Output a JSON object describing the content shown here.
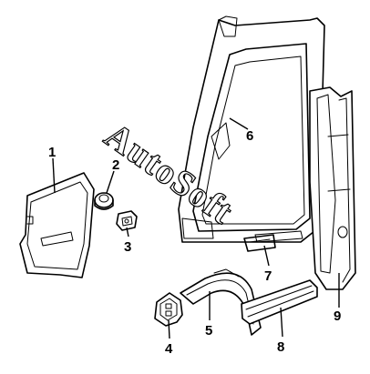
{
  "watermark": {
    "text": "AutoSoft"
  },
  "callouts": [
    {
      "id": "1",
      "label": "1"
    },
    {
      "id": "2",
      "label": "2"
    },
    {
      "id": "3",
      "label": "3"
    },
    {
      "id": "4",
      "label": "4"
    },
    {
      "id": "5",
      "label": "5"
    },
    {
      "id": "6",
      "label": "6"
    },
    {
      "id": "7",
      "label": "7"
    },
    {
      "id": "8",
      "label": "8"
    },
    {
      "id": "9",
      "label": "9"
    }
  ]
}
